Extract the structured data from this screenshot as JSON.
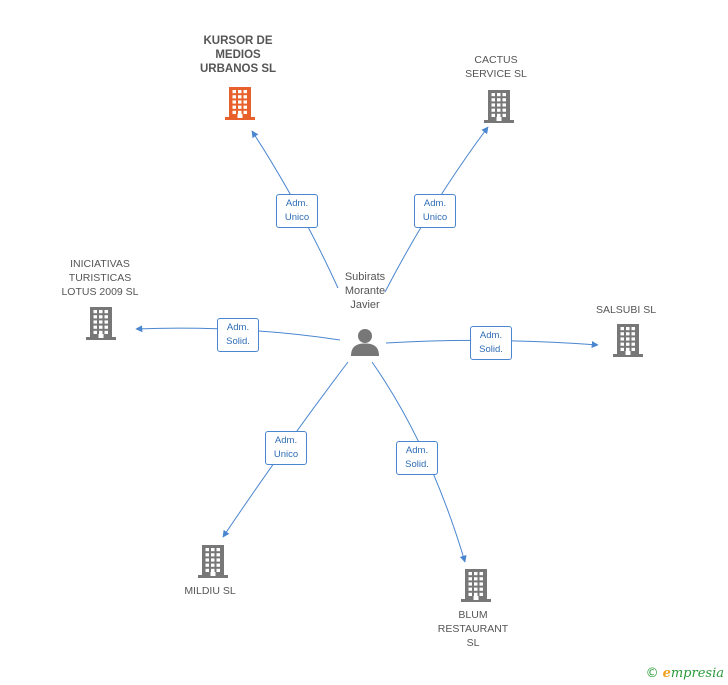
{
  "colors": {
    "edge": "#4a86cf",
    "building_main": "#e8602c",
    "building": "#777777",
    "person": "#777777"
  },
  "center": {
    "name": "Subirats\nMorante\nJavier",
    "icon": "person-icon"
  },
  "companies": [
    {
      "id": "kursor",
      "name": "KURSOR DE\nMEDIOS\nURBANOS SL",
      "main": true,
      "relation": "Adm.\nUnico"
    },
    {
      "id": "cactus",
      "name": "CACTUS\nSERVICE SL",
      "main": false,
      "relation": "Adm.\nUnico"
    },
    {
      "id": "iniciativas",
      "name": "INICIATIVAS\nTURISTICAS\nLOTUS 2009 SL",
      "main": false,
      "relation": "Adm.\nSolid."
    },
    {
      "id": "salsubi",
      "name": "SALSUBI SL",
      "main": false,
      "relation": "Adm.\nSolid."
    },
    {
      "id": "mildiu",
      "name": "MILDIU SL",
      "main": false,
      "relation": "Adm.\nUnico"
    },
    {
      "id": "blum",
      "name": "BLUM\nRESTAURANT\nSL",
      "main": false,
      "relation": "Adm.\nSolid."
    }
  ],
  "footer": {
    "copyright": "©",
    "brand_e": "e",
    "brand_rest": "mpresia"
  }
}
